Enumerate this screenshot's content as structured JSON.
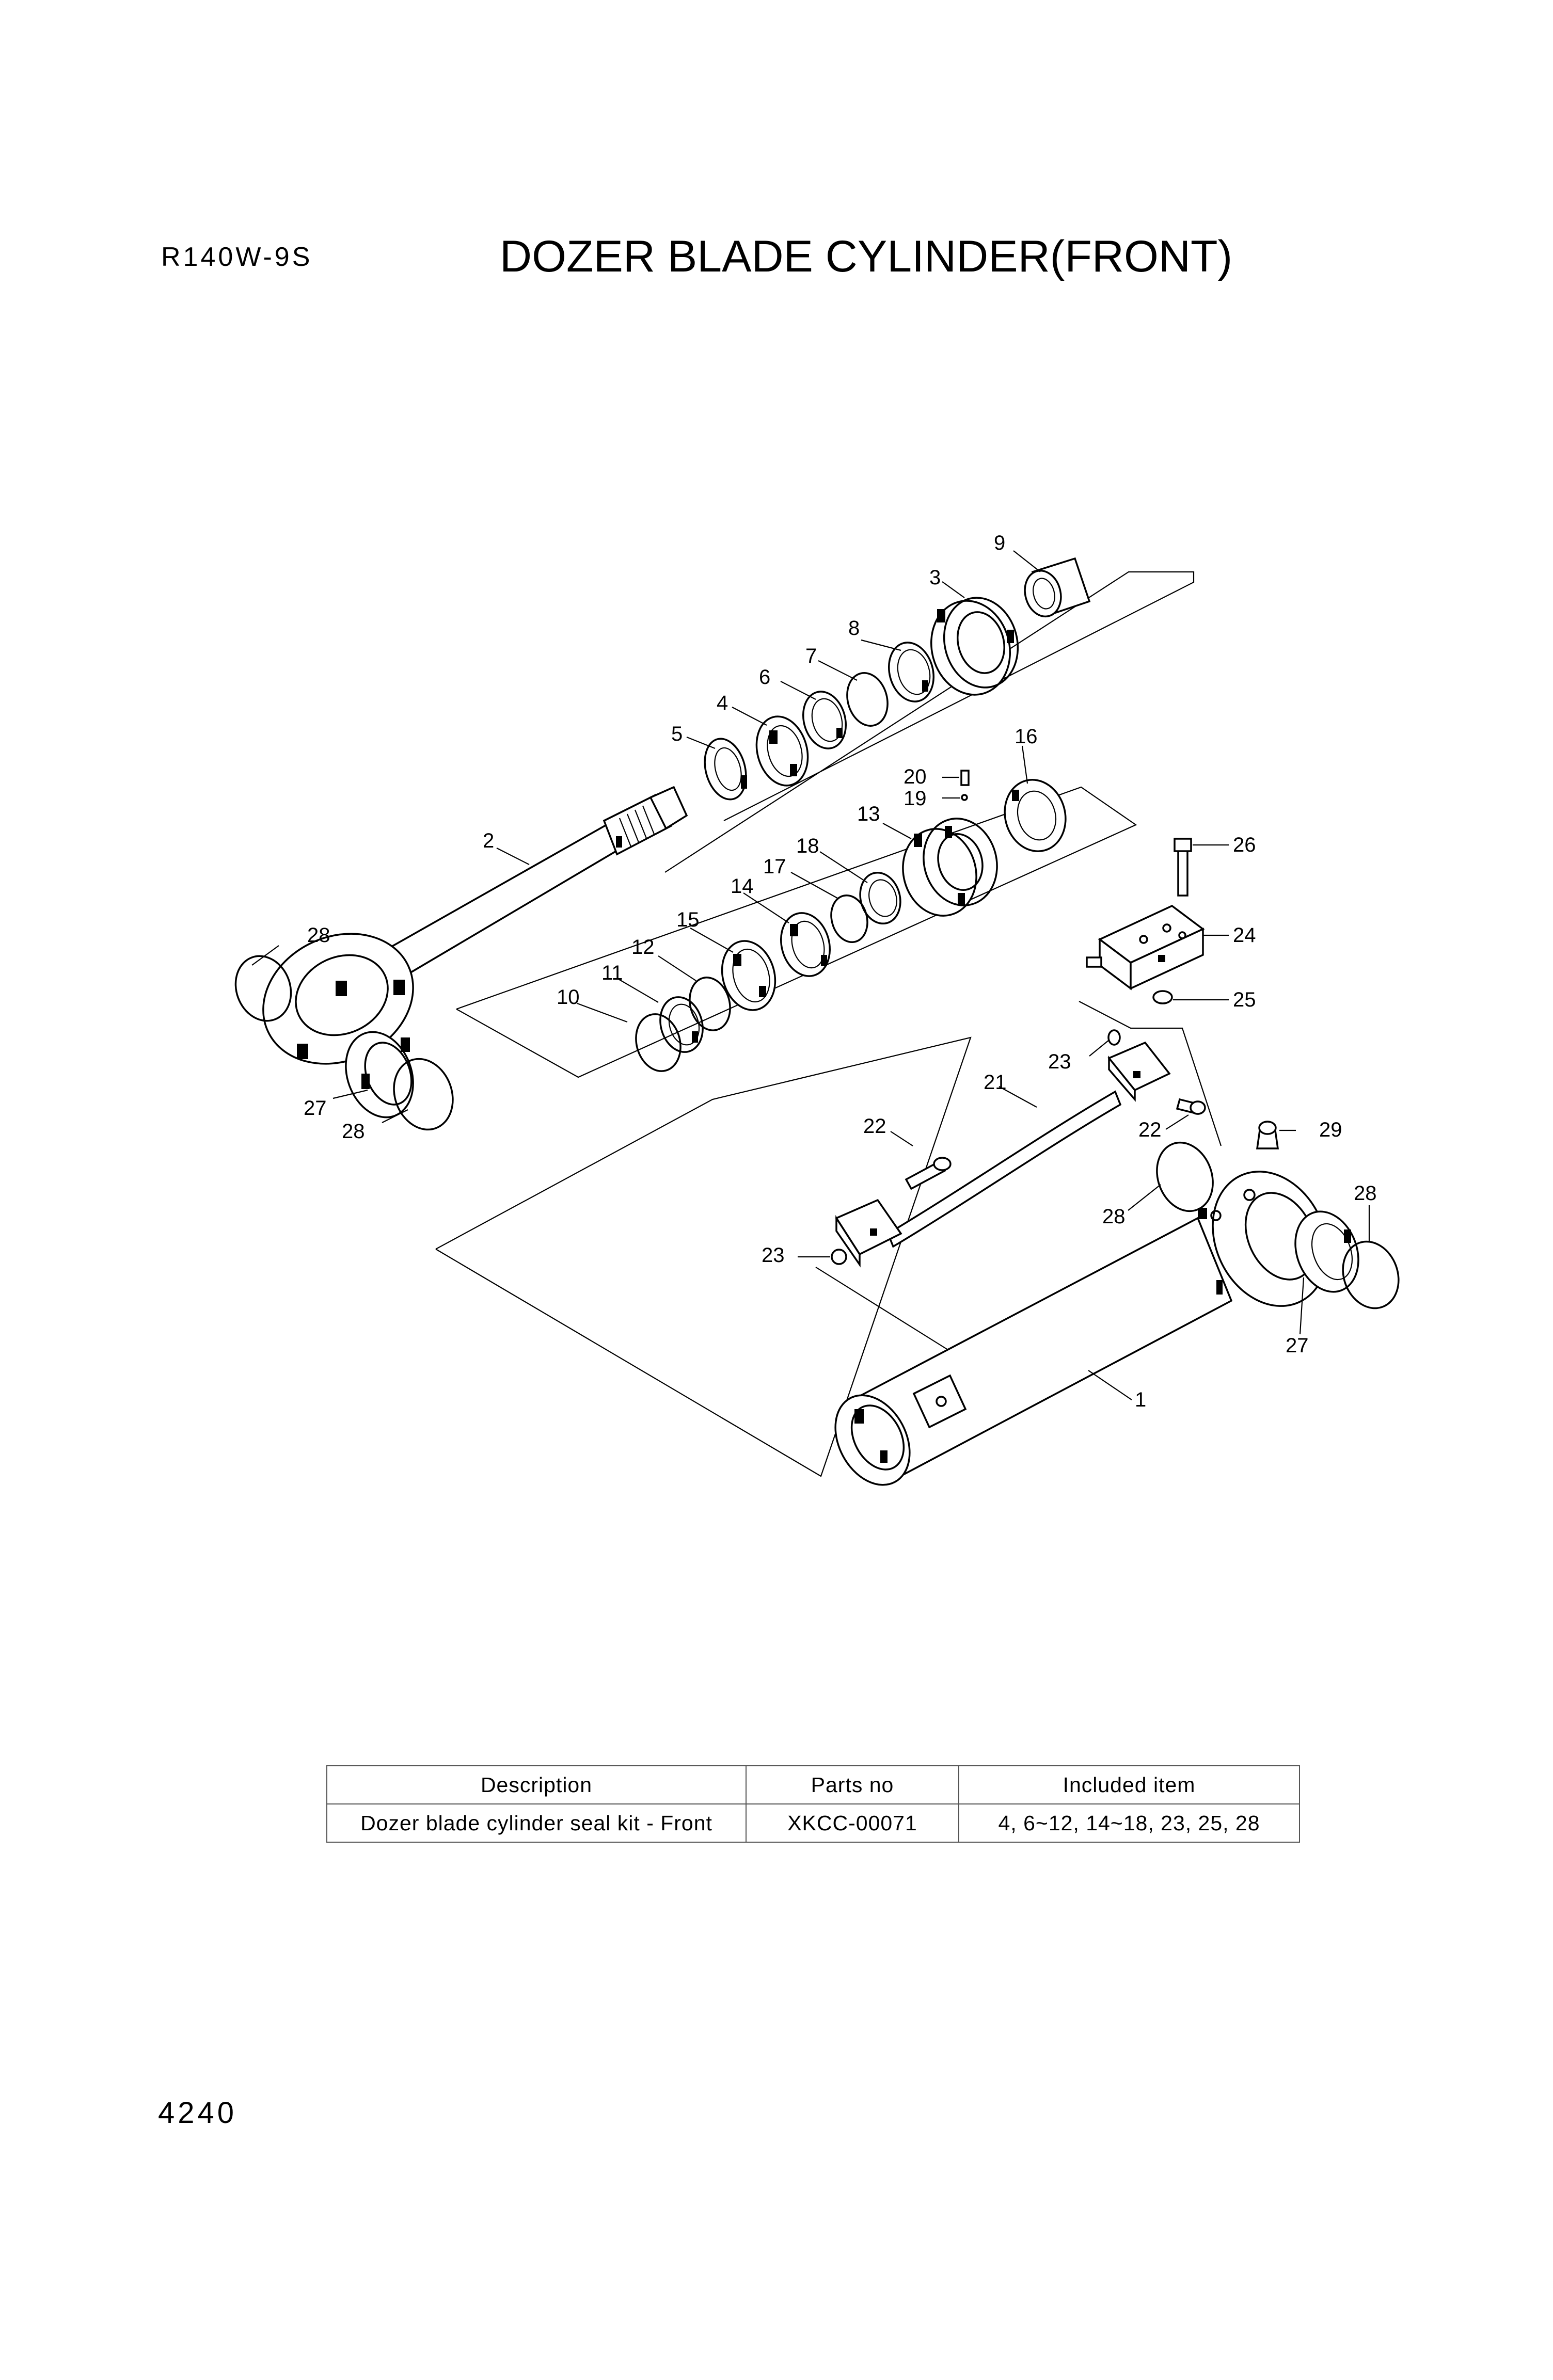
{
  "header": {
    "model": "R140W-9S",
    "title": "DOZER BLADE CYLINDER(FRONT)"
  },
  "callouts": {
    "c1": "1",
    "c2": "2",
    "c3": "3",
    "c4": "4",
    "c5": "5",
    "c6": "6",
    "c7": "7",
    "c8": "8",
    "c9": "9",
    "c10": "10",
    "c11": "11",
    "c12": "12",
    "c13": "13",
    "c14": "14",
    "c15": "15",
    "c16": "16",
    "c17": "17",
    "c18": "18",
    "c19": "19",
    "c20": "20",
    "c21": "21",
    "c22": "22",
    "c23": "23",
    "c24": "24",
    "c25": "25",
    "c26": "26",
    "c27": "27",
    "c28": "28",
    "c29": "29"
  },
  "kit_table": {
    "headers": [
      "Description",
      "Parts no",
      "Included item"
    ],
    "rows": [
      [
        "Dozer blade cylinder seal kit - Front",
        "XKCC-00071",
        "4, 6~12, 14~18, 23, 25, 28"
      ]
    ]
  },
  "footer": {
    "page_number": "4240"
  }
}
